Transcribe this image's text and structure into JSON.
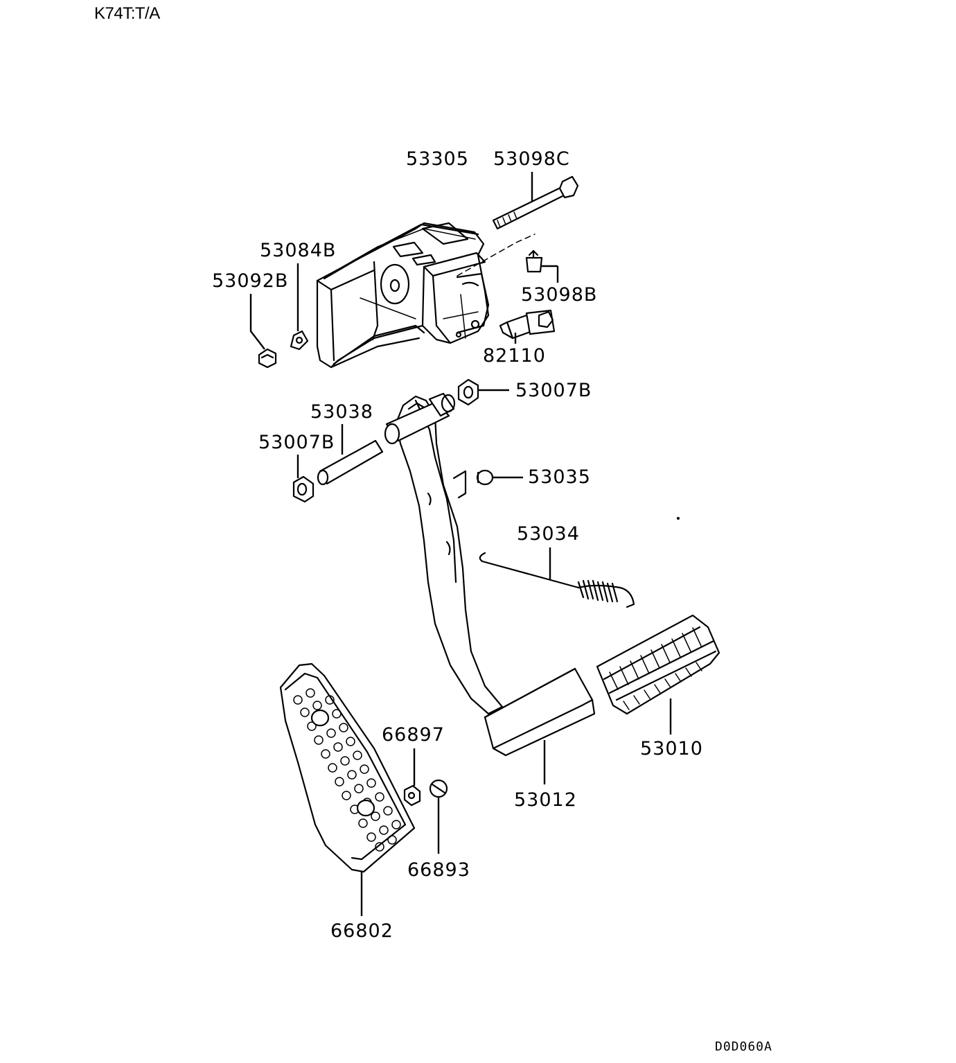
{
  "header": {
    "model": "K74T:T/A"
  },
  "footer": {
    "code": "D0D060A"
  },
  "parts": {
    "bracket": "53305",
    "bolt": "53098C",
    "washer_84": "53084B",
    "nut_92": "53092B",
    "pin": "53098B",
    "switch": "82110",
    "bushing_right": "53007B",
    "shaft": "53038",
    "bushing_left": "53007B",
    "stopper": "53035",
    "spring": "53034",
    "pad": "53010",
    "arm": "53012",
    "nut_97": "66897",
    "stopper_93": "66893",
    "accel_pedal": "66802"
  }
}
